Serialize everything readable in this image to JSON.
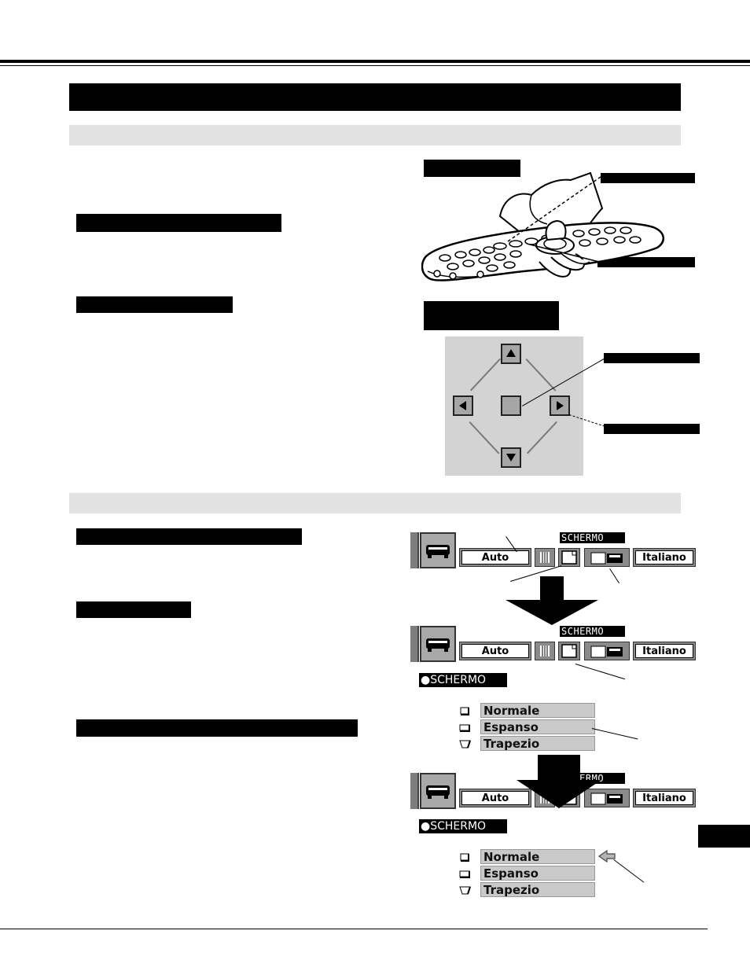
{
  "menu": {
    "auto_label": "Auto",
    "language_label": "Italiano",
    "screen_tag": "SCHERMO"
  },
  "screen_menu": {
    "title": "●SCHERMO",
    "options": [
      "Normale",
      "Espanso",
      "Trapezio"
    ]
  },
  "icons": {
    "remote": "remote-control-in-hand",
    "pad": "point-pad",
    "projector": "projector-icon",
    "arrow": "big-down-arrow",
    "pointer": "menu-pointer-arrow"
  }
}
